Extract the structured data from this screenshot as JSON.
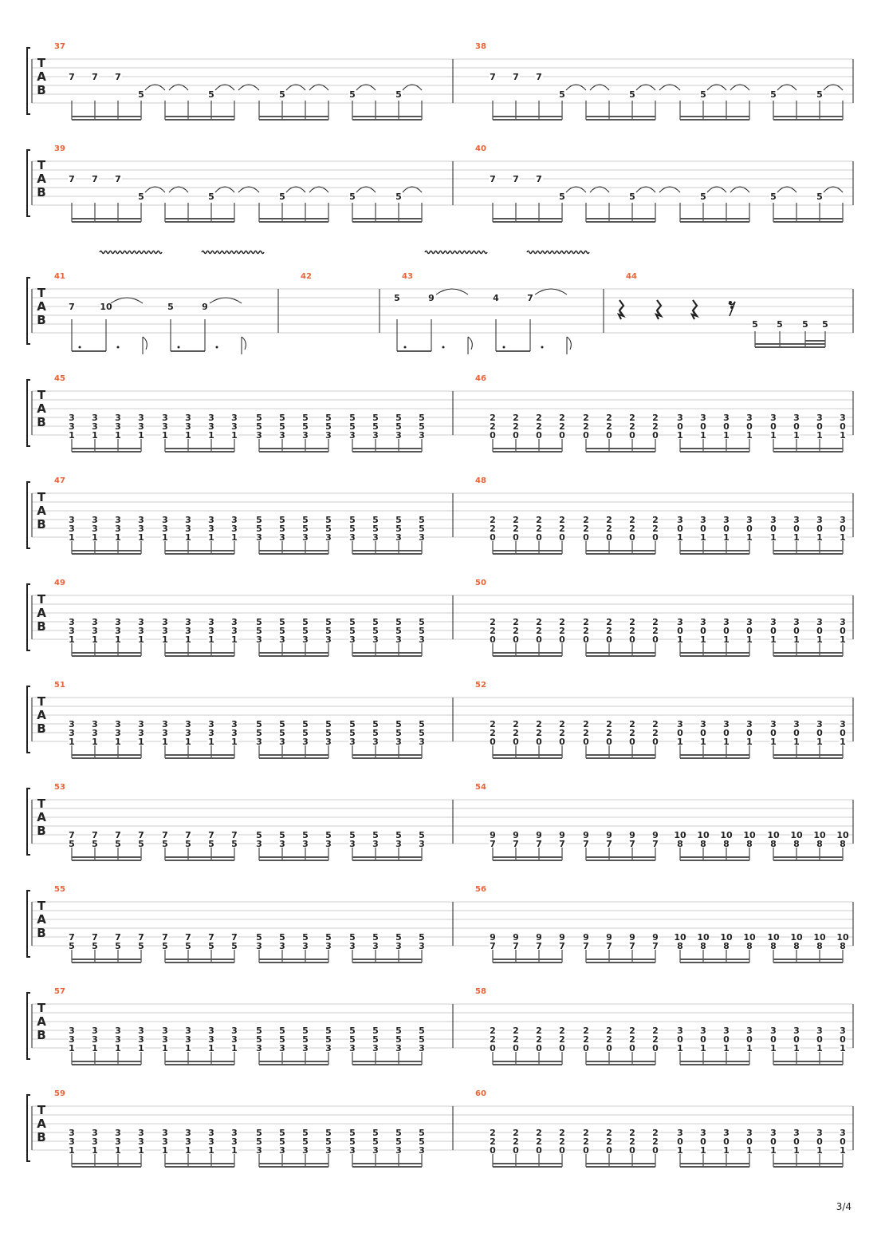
{
  "page": {
    "number_label": "3/4"
  },
  "tab_clef_letters": [
    "T",
    "A",
    "B"
  ],
  "colors": {
    "measure_number": "#e8653a",
    "staff_line": "#bbbbbb",
    "ink": "#222222"
  },
  "systems": [
    {
      "measures": [
        {
          "number": "37",
          "type": "tied_riff",
          "top": [
            "7",
            "7",
            "7"
          ],
          "bottom": [
            "5",
            "5",
            "5",
            "5",
            "5"
          ]
        },
        {
          "number": "38",
          "type": "tied_riff",
          "top": [
            "7",
            "7",
            "7"
          ],
          "bottom": [
            "5",
            "5",
            "5",
            "5",
            "5"
          ]
        }
      ]
    },
    {
      "measures": [
        {
          "number": "39",
          "type": "tied_riff",
          "top": [
            "7",
            "7",
            "7"
          ],
          "bottom": [
            "5",
            "5",
            "5",
            "5",
            "5"
          ]
        },
        {
          "number": "40",
          "type": "tied_riff",
          "top": [
            "7",
            "7",
            "7"
          ],
          "bottom": [
            "5",
            "5",
            "5",
            "5",
            "5"
          ]
        }
      ]
    },
    {
      "measures": [
        {
          "number": "41",
          "type": "vibrato_phrase",
          "notes": [
            "7",
            "10",
            "5",
            "9"
          ]
        },
        {
          "number": "42",
          "type": "empty"
        },
        {
          "number": "43",
          "type": "vibrato_phrase",
          "notes": [
            "5",
            "9",
            "4",
            "7"
          ]
        },
        {
          "number": "44",
          "type": "rests_pickup",
          "notes": [
            "5",
            "5",
            "5",
            "5"
          ]
        }
      ]
    },
    {
      "measures": [
        {
          "number": "45",
          "type": "chords",
          "groups": [
            [
              "3",
              "3",
              "1"
            ],
            [
              "3",
              "3",
              "1"
            ],
            [
              "5",
              "5",
              "3"
            ],
            [
              "5",
              "5",
              "3"
            ]
          ]
        },
        {
          "number": "46",
          "type": "chords",
          "groups": [
            [
              "2",
              "2",
              "0"
            ],
            [
              "2",
              "2",
              "0"
            ],
            [
              "3",
              "0",
              "1"
            ],
            [
              "3",
              "0",
              "1"
            ]
          ]
        }
      ]
    },
    {
      "measures": [
        {
          "number": "47",
          "type": "chords",
          "groups": [
            [
              "3",
              "3",
              "1"
            ],
            [
              "3",
              "3",
              "1"
            ],
            [
              "5",
              "5",
              "3"
            ],
            [
              "5",
              "5",
              "3"
            ]
          ]
        },
        {
          "number": "48",
          "type": "chords",
          "groups": [
            [
              "2",
              "2",
              "0"
            ],
            [
              "2",
              "2",
              "0"
            ],
            [
              "3",
              "0",
              "1"
            ],
            [
              "3",
              "0",
              "1"
            ]
          ]
        }
      ]
    },
    {
      "measures": [
        {
          "number": "49",
          "type": "chords",
          "groups": [
            [
              "3",
              "3",
              "1"
            ],
            [
              "3",
              "3",
              "1"
            ],
            [
              "5",
              "5",
              "3"
            ],
            [
              "5",
              "5",
              "3"
            ]
          ]
        },
        {
          "number": "50",
          "type": "chords",
          "groups": [
            [
              "2",
              "2",
              "0"
            ],
            [
              "2",
              "2",
              "0"
            ],
            [
              "3",
              "0",
              "1"
            ],
            [
              "3",
              "0",
              "1"
            ]
          ]
        }
      ]
    },
    {
      "measures": [
        {
          "number": "51",
          "type": "chords",
          "groups": [
            [
              "3",
              "3",
              "1"
            ],
            [
              "3",
              "3",
              "1"
            ],
            [
              "5",
              "5",
              "3"
            ],
            [
              "5",
              "5",
              "3"
            ]
          ]
        },
        {
          "number": "52",
          "type": "chords",
          "groups": [
            [
              "2",
              "2",
              "0"
            ],
            [
              "2",
              "2",
              "0"
            ],
            [
              "3",
              "0",
              "1"
            ],
            [
              "3",
              "0",
              "1"
            ]
          ]
        }
      ]
    },
    {
      "measures": [
        {
          "number": "53",
          "type": "chords",
          "groups": [
            [
              "7",
              "5"
            ],
            [
              "7",
              "5"
            ],
            [
              "5",
              "3"
            ],
            [
              "5",
              "3"
            ]
          ]
        },
        {
          "number": "54",
          "type": "chords",
          "groups": [
            [
              "9",
              "7"
            ],
            [
              "9",
              "7"
            ],
            [
              "10",
              "8"
            ],
            [
              "10",
              "8"
            ]
          ]
        }
      ]
    },
    {
      "measures": [
        {
          "number": "55",
          "type": "chords",
          "groups": [
            [
              "7",
              "5"
            ],
            [
              "7",
              "5"
            ],
            [
              "5",
              "3"
            ],
            [
              "5",
              "3"
            ]
          ]
        },
        {
          "number": "56",
          "type": "chords",
          "groups": [
            [
              "9",
              "7"
            ],
            [
              "9",
              "7"
            ],
            [
              "10",
              "8"
            ],
            [
              "10",
              "8"
            ]
          ]
        }
      ]
    },
    {
      "measures": [
        {
          "number": "57",
          "type": "chords",
          "groups": [
            [
              "3",
              "3",
              "1"
            ],
            [
              "3",
              "3",
              "1"
            ],
            [
              "5",
              "5",
              "3"
            ],
            [
              "5",
              "5",
              "3"
            ]
          ]
        },
        {
          "number": "58",
          "type": "chords",
          "groups": [
            [
              "2",
              "2",
              "0"
            ],
            [
              "2",
              "2",
              "0"
            ],
            [
              "3",
              "0",
              "1"
            ],
            [
              "3",
              "0",
              "1"
            ]
          ]
        }
      ]
    },
    {
      "measures": [
        {
          "number": "59",
          "type": "chords",
          "groups": [
            [
              "3",
              "3",
              "1"
            ],
            [
              "3",
              "3",
              "1"
            ],
            [
              "5",
              "5",
              "3"
            ],
            [
              "5",
              "5",
              "3"
            ]
          ]
        },
        {
          "number": "60",
          "type": "chords",
          "groups": [
            [
              "2",
              "2",
              "0"
            ],
            [
              "2",
              "2",
              "0"
            ],
            [
              "3",
              "0",
              "1"
            ],
            [
              "3",
              "0",
              "1"
            ]
          ]
        }
      ]
    }
  ]
}
